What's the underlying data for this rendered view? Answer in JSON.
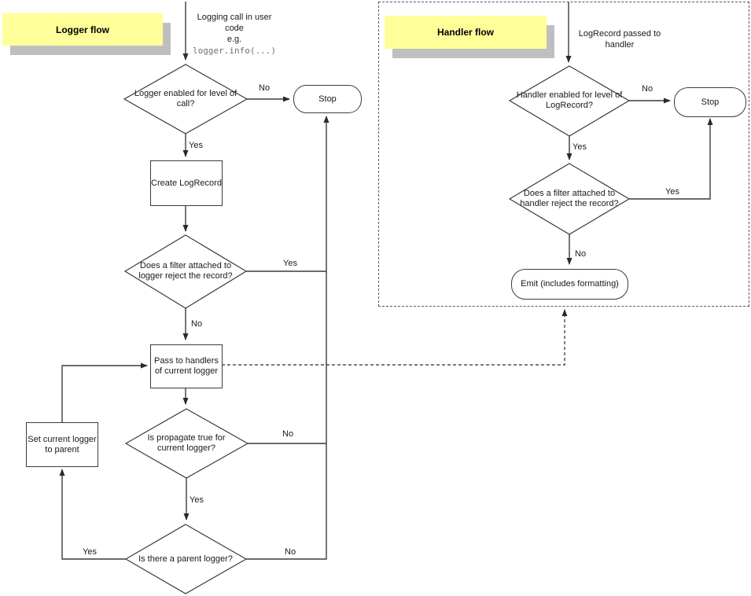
{
  "colors": {
    "note_bg": "#ffff99",
    "note_shadow": "#bfbfbf",
    "line": "#3c3c3c",
    "code_text": "#707070",
    "background": "#ffffff"
  },
  "edge_labels": {
    "yes": "Yes",
    "no": "No"
  },
  "logger": {
    "title": "Logger flow",
    "entry_text": "Logging call in user code",
    "entry_eg": "e.g.",
    "entry_code": "logger.info(...)",
    "decision_enabled": "Logger enabled for level of call?",
    "stop": "Stop",
    "process_create": "Create LogRecord",
    "decision_filter": "Does a filter attached to logger reject the record?",
    "process_pass": "Pass to handlers of current logger",
    "decision_propagate": "Is propagate true for current logger?",
    "process_set_parent": "Set current logger to parent",
    "decision_parent": "Is there a parent logger?"
  },
  "handler": {
    "title": "Handler flow",
    "entry_text": "LogRecord passed to handler",
    "decision_enabled": "Handler enabled for level of LogRecord?",
    "stop": "Stop",
    "decision_filter": "Does a filter attached to handler reject the record?",
    "emit": "Emit (includes formatting)"
  }
}
